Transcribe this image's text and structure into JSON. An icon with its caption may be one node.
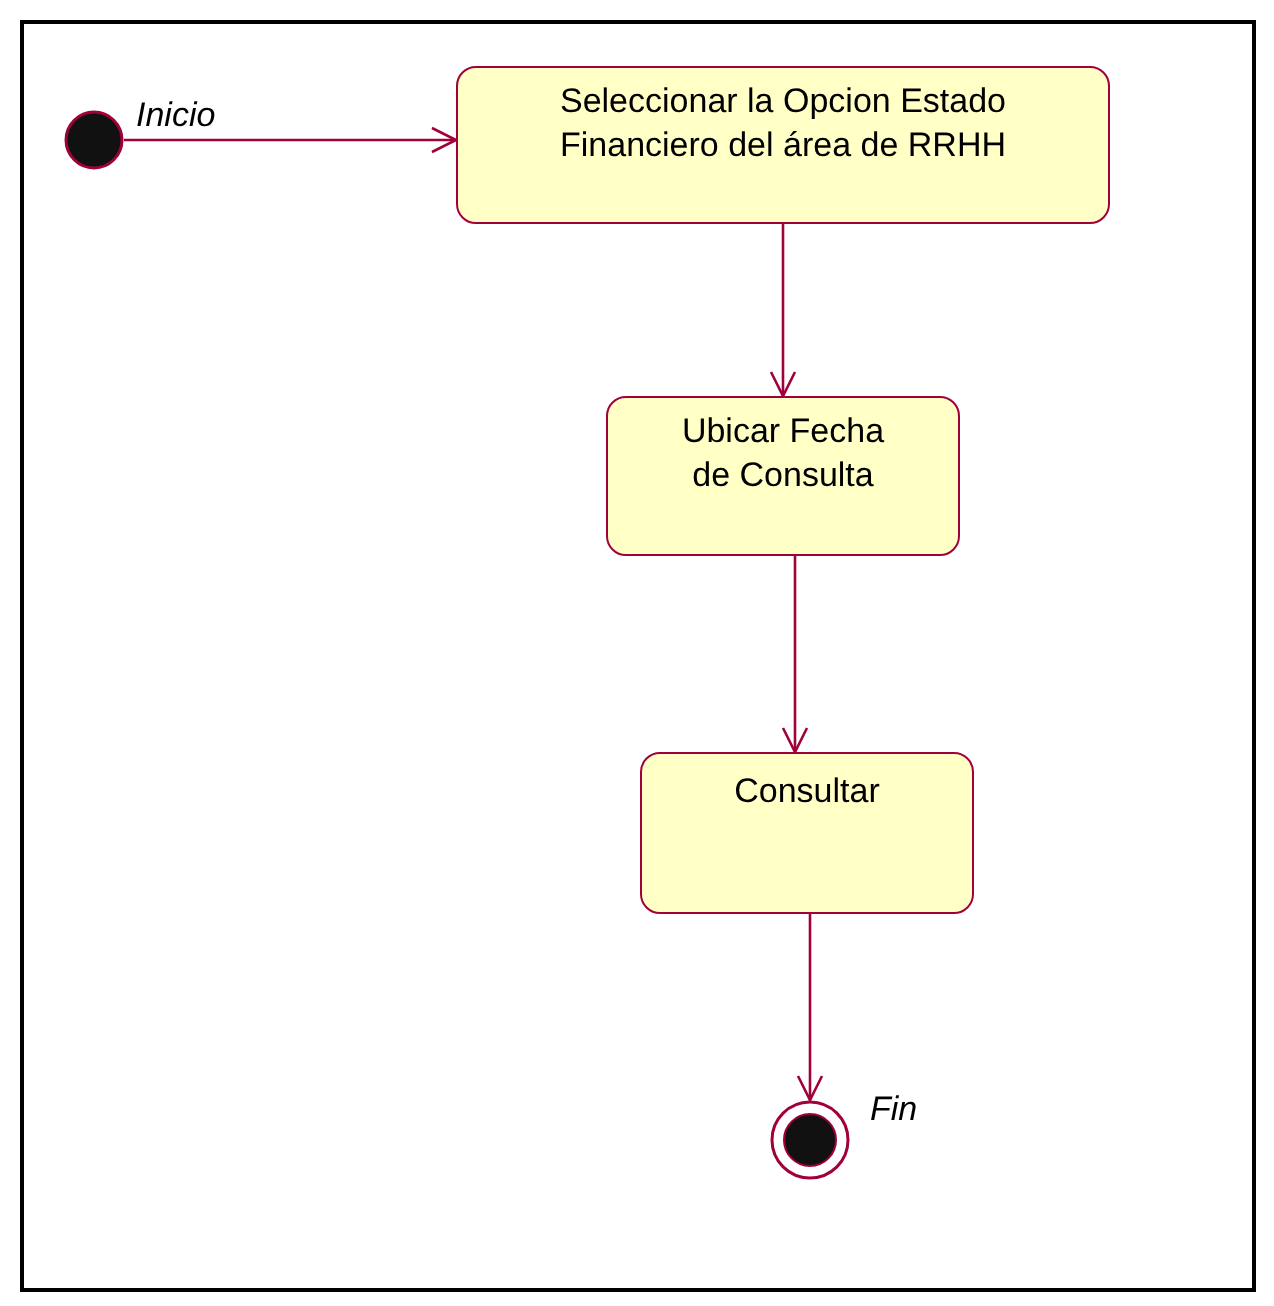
{
  "diagram": {
    "nodes": [
      {
        "text": [],
        "shape": "circle",
        "beside": [
          "Inicio"
        ]
      },
      {
        "text": [
          "Seleccionar la Opcion Estado Financiero del área de RRHH"
        ]
      },
      {
        "text": [
          "Ubicar Fecha de Consulta"
        ]
      },
      {
        "text": [
          "Consultar"
        ]
      },
      {
        "text": [],
        "shape": "circle",
        "beside": [
          "Fin"
        ]
      }
    ],
    "edges": [
      {
        "from": 0,
        "to": 1,
        "arrow": "to"
      },
      {
        "from": 1,
        "to": 2,
        "arrow": "to"
      },
      {
        "from": 2,
        "to": 3,
        "arrow": "to"
      },
      {
        "from": 3,
        "to": 4,
        "arrow": "to"
      }
    ]
  }
}
